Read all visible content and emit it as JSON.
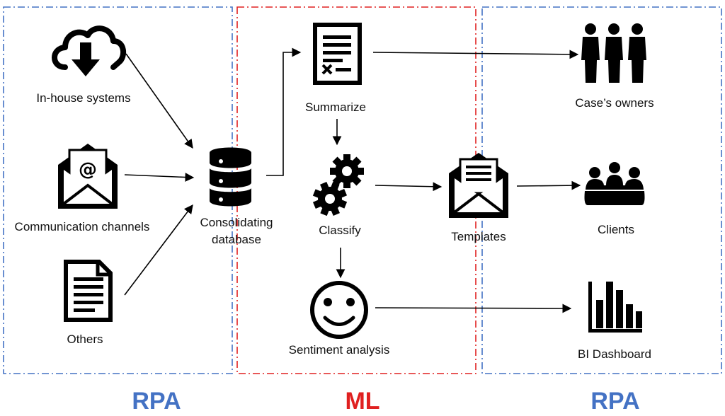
{
  "sections": [
    {
      "id": "rpa-left",
      "label": "RPA",
      "color": "#4472C4"
    },
    {
      "id": "ml",
      "label": "ML",
      "color": "#E02020"
    },
    {
      "id": "rpa-right",
      "label": "RPA",
      "color": "#4472C4"
    }
  ],
  "nodes": {
    "in_house": {
      "label": "In-house systems",
      "icon": "cloud-download-icon"
    },
    "communication": {
      "label": "Communication channels",
      "icon": "envelope-at-icon"
    },
    "others": {
      "label": "Others",
      "icon": "document-icon"
    },
    "database": {
      "label_line1": "Consolidating",
      "label_line2": "database",
      "icon": "database-icon"
    },
    "summarize": {
      "label": "Summarize",
      "icon": "contract-document-icon"
    },
    "classify": {
      "label": "Classify",
      "icon": "gears-icon"
    },
    "sentiment": {
      "label": "Sentiment analysis",
      "icon": "smiley-face-icon"
    },
    "templates": {
      "label": "Templates",
      "icon": "envelope-letter-icon"
    },
    "owners": {
      "label": "Case’s owners",
      "icon": "people-group-icon"
    },
    "clients": {
      "label": "Clients",
      "icon": "meeting-table-icon"
    },
    "bi": {
      "label": "BI Dashboard",
      "icon": "bar-chart-icon"
    }
  },
  "colors": {
    "blue_border": "#4472C4",
    "red_border": "#E02020",
    "ink": "#000000"
  }
}
